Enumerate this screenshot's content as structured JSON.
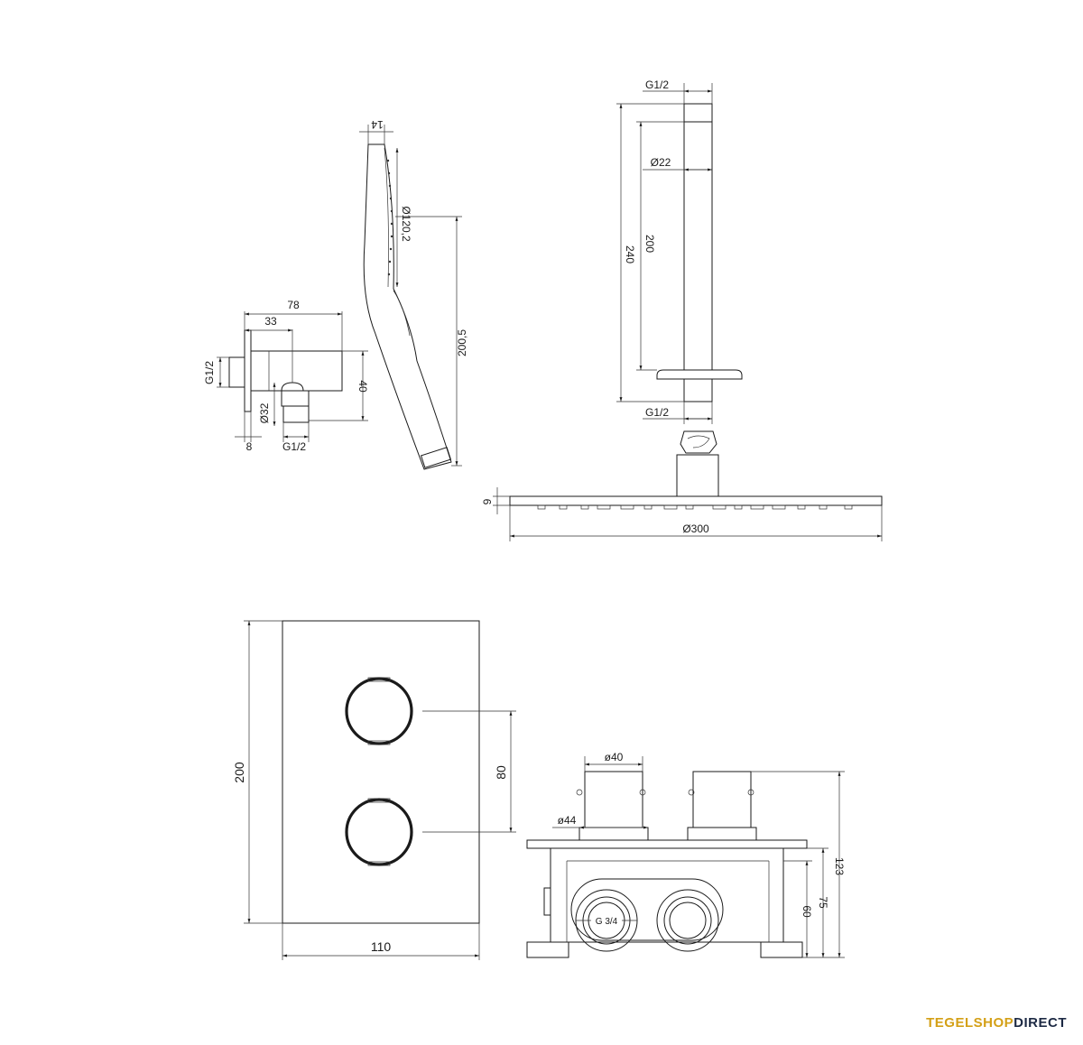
{
  "wall_outlet": {
    "dim_total": "78",
    "dim_depth": "33",
    "dim_thread": "G1/2",
    "dim_height": "40",
    "dim_diameter": "Ø32",
    "dim_plate": "8",
    "dim_bottom_thread": "G1/2"
  },
  "hand_shower": {
    "dim_width": "14",
    "dim_head": "Ø120,2",
    "dim_length": "200,5"
  },
  "ceiling_arm": {
    "dim_top_thread": "G1/2",
    "dim_diameter": "Ø22",
    "dim_pipe": "200",
    "dim_total": "240",
    "dim_bottom_thread": "G1/2"
  },
  "rain_shower": {
    "dim_thickness": "9",
    "dim_diameter": "Ø300"
  },
  "thermostat_front": {
    "dim_height": "200",
    "dim_spacing": "80",
    "dim_width": "110"
  },
  "thermostat_side": {
    "dim_knob": "ø40",
    "dim_rosette": "ø44",
    "dim_connection": "G 3/4",
    "dim_total": "123",
    "dim_box": "75",
    "dim_inner": "60"
  },
  "brand": {
    "part1": "TEGELSHOP",
    "part2": "DIRECT"
  }
}
